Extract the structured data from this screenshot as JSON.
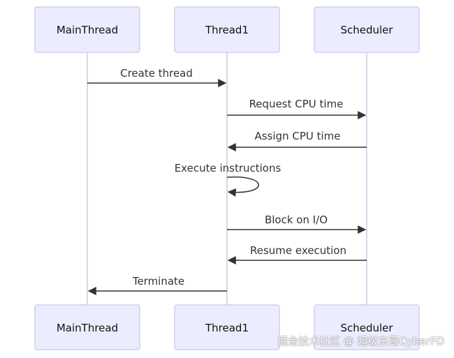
{
  "actors": [
    {
      "id": "main",
      "label": "MainThread"
    },
    {
      "id": "t1",
      "label": "Thread1"
    },
    {
      "id": "sched",
      "label": "Scheduler"
    }
  ],
  "messages": [
    {
      "from": "main",
      "to": "t1",
      "label": "Create thread"
    },
    {
      "from": "t1",
      "to": "sched",
      "label": "Request CPU time"
    },
    {
      "from": "sched",
      "to": "t1",
      "label": "Assign CPU time"
    },
    {
      "from": "t1",
      "to": "t1",
      "label": "Execute instructions"
    },
    {
      "from": "t1",
      "to": "sched",
      "label": "Block on I/O"
    },
    {
      "from": "sched",
      "to": "t1",
      "label": "Resume execution"
    },
    {
      "from": "t1",
      "to": "main",
      "label": "Terminate"
    }
  ],
  "watermark": "掘金技术社区 @ 超级东哥CyberFD",
  "colors": {
    "actor_fill": "#ECECFF",
    "actor_stroke": "#CFCFF0",
    "line": "#333333",
    "lifeline": "#D8D8E8"
  }
}
